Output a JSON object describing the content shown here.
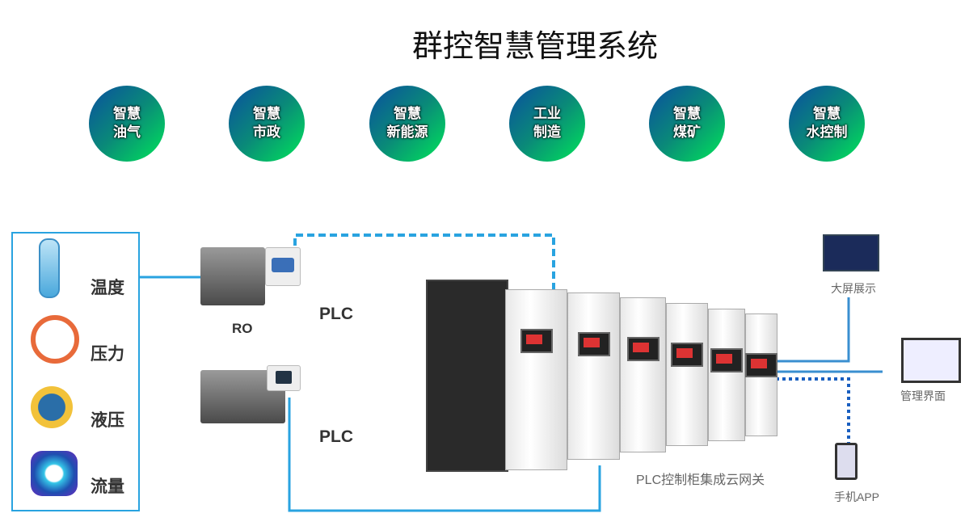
{
  "title": "群控智慧管理系统",
  "industries": [
    [
      "智慧",
      "油气"
    ],
    [
      "智慧",
      "市政"
    ],
    [
      "智慧",
      "新能源"
    ],
    [
      "工业",
      "制造"
    ],
    [
      "智慧",
      "煤矿"
    ],
    [
      "智慧",
      "水控制"
    ]
  ],
  "sensors": [
    "温度",
    "压力",
    "液压",
    "流量"
  ],
  "ro_label": "RO",
  "plc_labels": [
    "PLC",
    "PLC"
  ],
  "cabinet_label": "PLC控制柜集成云网关",
  "outputs": {
    "big_screen": "大屏展示",
    "management": "管理界面",
    "mobile": "手机APP"
  },
  "colors": {
    "line": "#29a3e0",
    "dotted": "#1a5fc0"
  }
}
